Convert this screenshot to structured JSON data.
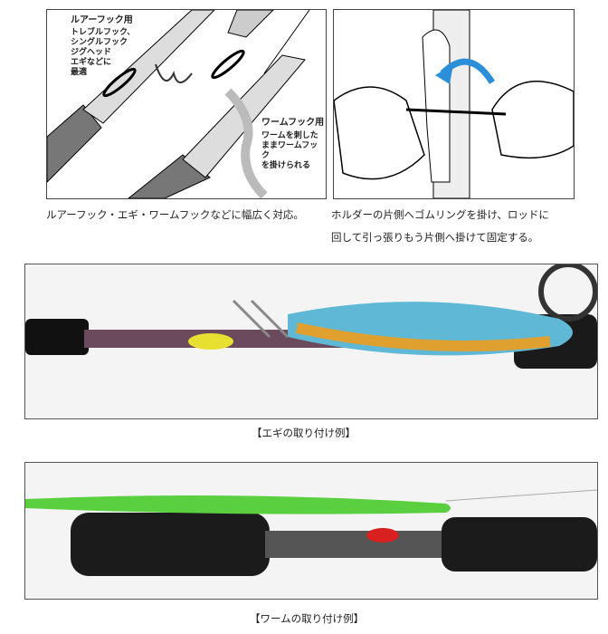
{
  "illustration_lure": {
    "lure_title": "ルアーフック用",
    "lure_desc": [
      "トレブルフック、",
      "シングルフック",
      "ジグヘッド",
      "エギなどに",
      "最適"
    ],
    "worm_title": "ワームフック用",
    "worm_desc": [
      "ワームを刺した",
      "ままワームフック",
      "を掛けられる"
    ]
  },
  "captions": {
    "left": "ルアーフック・エギ・ワームフックなどに幅広く対応。",
    "right_1": "ホルダーの片側へゴムリングを掛け、ロッドに",
    "right_2": "回して引っ張りもう片側へ掛けて固定する。",
    "egi": "【エギの取り付け例】",
    "worm": "【ワームの取り付け例】"
  },
  "colors": {
    "arrow": "#2a8fd8",
    "holder_yellow": "#e8e030",
    "holder_red": "#d82020",
    "worm_green": "#5ad040"
  }
}
